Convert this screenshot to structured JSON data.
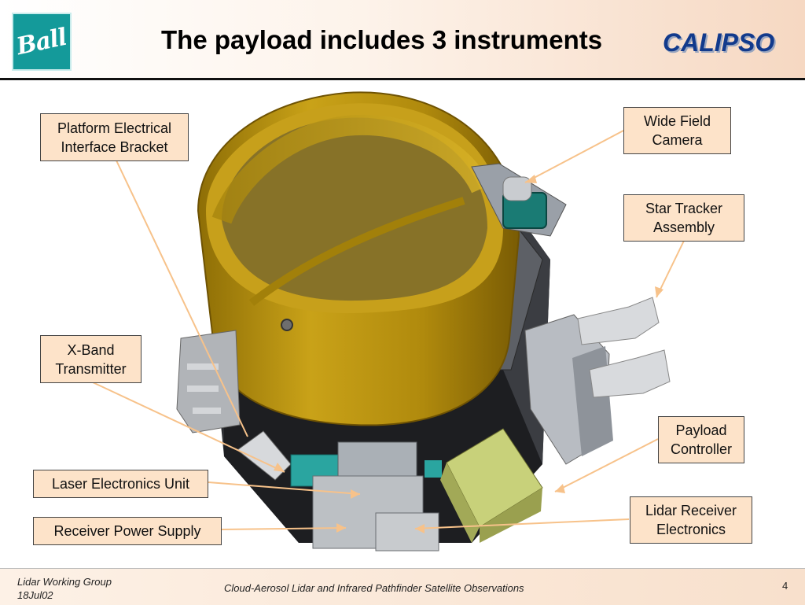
{
  "header": {
    "logo_text": "Ball",
    "title": "The payload includes 3 instruments",
    "brand": "CALIPSO"
  },
  "callouts": {
    "platform_bracket": [
      "Platform Electrical",
      "Interface Bracket"
    ],
    "wide_field_camera": [
      "Wide Field",
      "Camera"
    ],
    "star_tracker": [
      "Star Tracker",
      "Assembly"
    ],
    "xband": [
      "X-Band",
      "Transmitter"
    ],
    "payload_controller": [
      "Payload",
      "Controller"
    ],
    "laser_electronics": "Laser Electronics Unit",
    "lidar_receiver": [
      "Lidar Receiver",
      "Electronics"
    ],
    "receiver_power": "Receiver Power Supply"
  },
  "footer": {
    "group": "Lidar Working Group",
    "date": "18Jul02",
    "mission": "Cloud-Aerosol Lidar and Infrared Pathfinder Satellite Observations",
    "page": "4"
  },
  "colors": {
    "callout_fill": "#fde3c9",
    "leader_line": "#f7c28a",
    "telescope_gold": "#b58f0c",
    "brand_blue": "#123a8c",
    "logo_teal": "#149a9a"
  }
}
